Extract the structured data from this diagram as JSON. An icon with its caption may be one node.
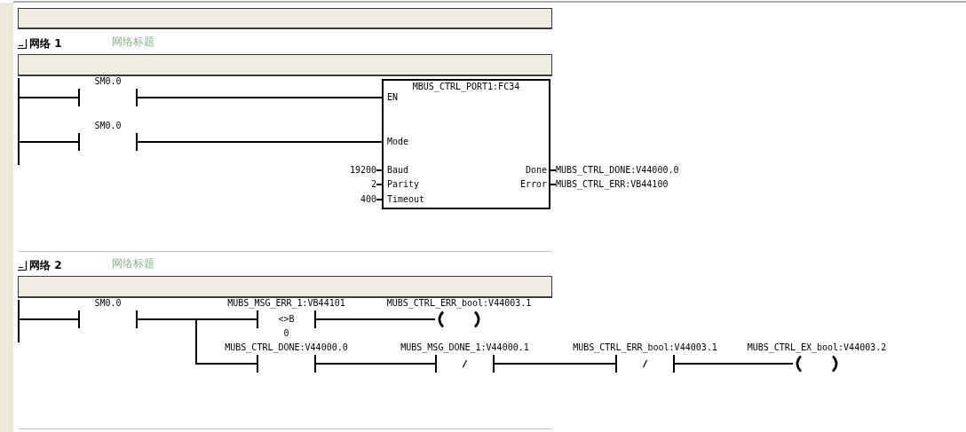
{
  "diagram": {
    "nodes": [
      {
        "text": [],
        "shape": "bar"
      },
      {
        "text": [
          "SM0.0"
        ]
      },
      {
        "text": [
          "SM0.0"
        ]
      },
      {
        "text": [
          "MBUS_CTRL_PORT1:FC34",
          "EN",
          "Mode",
          "Baud",
          "Parity",
          "Timeout",
          "Done",
          "Error"
        ]
      },
      {
        "text": [
          "19200"
        ]
      },
      {
        "text": [
          "2"
        ]
      },
      {
        "text": [
          "400"
        ]
      },
      {
        "text": [
          "MUBS_CTRL_DONE:V44000.0"
        ]
      },
      {
        "text": [
          "MUBS_CTRL_ERR:VB44100"
        ]
      },
      {
        "text": [],
        "shape": "bar"
      },
      {
        "text": [
          "SM0.0"
        ]
      },
      {
        "text": [
          "MUBS_MSG_ERR_1:VB44101",
          "<>B",
          "0"
        ]
      },
      {
        "text": [
          "MUBS_CTRL_ERR_bool:V44003.1"
        ]
      },
      {
        "text": [
          "MUBS_CTRL_DONE:V44000.0"
        ]
      },
      {
        "text": [
          "MUBS_MSG_DONE_1:V44000.1"
        ]
      },
      {
        "text": [
          "MUBS_CTRL_ERR_bool:V44003.1"
        ]
      },
      {
        "text": [
          "MUBS_CTRL_EX_bool:V44003.2"
        ]
      }
    ],
    "edges": [
      {
        "from": 0,
        "to": 1,
        "arrow": "none"
      },
      {
        "from": 1,
        "to": 3,
        "arrow": "none"
      },
      {
        "from": 0,
        "to": 2,
        "arrow": "none"
      },
      {
        "from": 2,
        "to": 3,
        "arrow": "none"
      },
      {
        "from": 4,
        "to": 3,
        "arrow": "none"
      },
      {
        "from": 5,
        "to": 3,
        "arrow": "none"
      },
      {
        "from": 6,
        "to": 3,
        "arrow": "none"
      },
      {
        "from": 3,
        "to": 7,
        "arrow": "none"
      },
      {
        "from": 3,
        "to": 8,
        "arrow": "none"
      },
      {
        "from": 9,
        "to": 10,
        "arrow": "none"
      },
      {
        "from": 10,
        "to": 11,
        "arrow": "none"
      },
      {
        "from": 10,
        "to": 13,
        "arrow": "none"
      },
      {
        "from": 11,
        "to": 12,
        "arrow": "none"
      },
      {
        "from": 13,
        "to": 14,
        "arrow": "none"
      },
      {
        "from": 14,
        "to": 15,
        "arrow": "none"
      },
      {
        "from": 15,
        "to": 16,
        "arrow": "none"
      }
    ],
    "labels": [
      "网络 1",
      "网络标题",
      "网络 2",
      "网络标题"
    ]
  }
}
